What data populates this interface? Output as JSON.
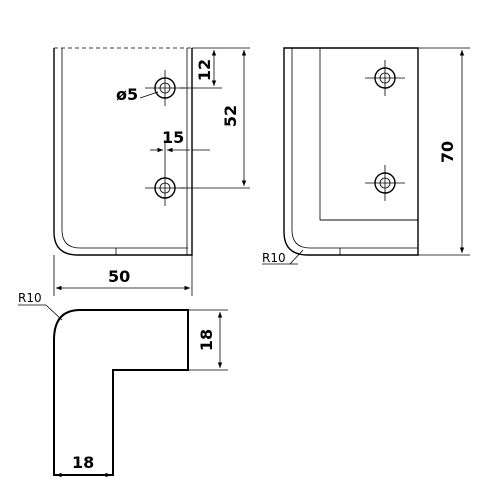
{
  "dimensions": {
    "hole_diameter": "ø5",
    "hole_offset_top": "12",
    "hole_spacing": "52",
    "hole_inset": "15",
    "width_front": "50",
    "height_side": "70",
    "radius_side": "R10",
    "radius_profile": "R10",
    "profile_thickness": "18",
    "profile_leg": "18"
  }
}
